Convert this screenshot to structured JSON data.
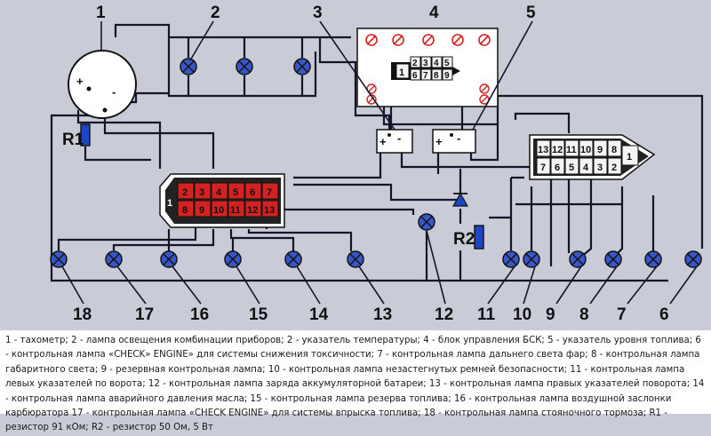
{
  "diagram": {
    "component_labels": [
      "1",
      "2",
      "3",
      "4",
      "5"
    ],
    "lamp_labels": [
      "18",
      "17",
      "16",
      "15",
      "14",
      "13",
      "12",
      "11",
      "10",
      "9",
      "8",
      "7",
      "6"
    ],
    "resistor_labels": [
      "R1",
      "R2"
    ],
    "tacho_terminals": [
      "+",
      "-"
    ],
    "bsk_terminals": [
      "+",
      "-"
    ],
    "fuel_terminals": [
      "+",
      "-"
    ],
    "bsk_connector_pins": [
      [
        "2",
        "3",
        "4",
        "5"
      ],
      [
        "6",
        "7",
        "8",
        "9"
      ]
    ],
    "bsk_connector_side_pin": "1",
    "red_connector_pins": [
      [
        "2",
        "3",
        "4",
        "5",
        "6",
        "7"
      ],
      [
        "8",
        "9",
        "10",
        "11",
        "12",
        "13"
      ]
    ],
    "red_connector_side_pin": "1",
    "right_connector_pins": [
      [
        "13",
        "12",
        "11",
        "10",
        "9",
        "8"
      ],
      [
        "7",
        "6",
        "5",
        "4",
        "3",
        "2"
      ]
    ],
    "right_connector_side_pin": "1"
  },
  "caption": {
    "text": "1 - тахометр; 2 - лампа освещения комбинации приборов; 2 - указатель температуры; 4 - блок управления БСК; 5 - указатель уровня топлива; 6 - контрольная лампа «CHECK» ENGINE» для системы снижения токсичности; 7 - контрольная лампа дальнего света фар; 8 - контрольная лампа габаритного света; 9 - резервная контрольная лампа; 10 - контрольная лампа незастегнутых ремней безопасности; 11 - контрольная лампа левых указателей по ворота; 12 - контрольная лампа заряда аккумуляторной батареи; 13 - контрольная лампа правых указателей поворота; 14 - контрольная лампа аварийного давления масла; 15 - контрольная лампа резерва топлива; 16 - контрольная лампа воздушной заслонки карбюратора 17 - контрольная лампа «CHECK ENGINE» для системы впрыска топлива; 18 - контрольная лампа стояночного тормоза; R1 - резистор 91 кОм; R2 - резистор 50 Ом, 5 Вт"
  }
}
